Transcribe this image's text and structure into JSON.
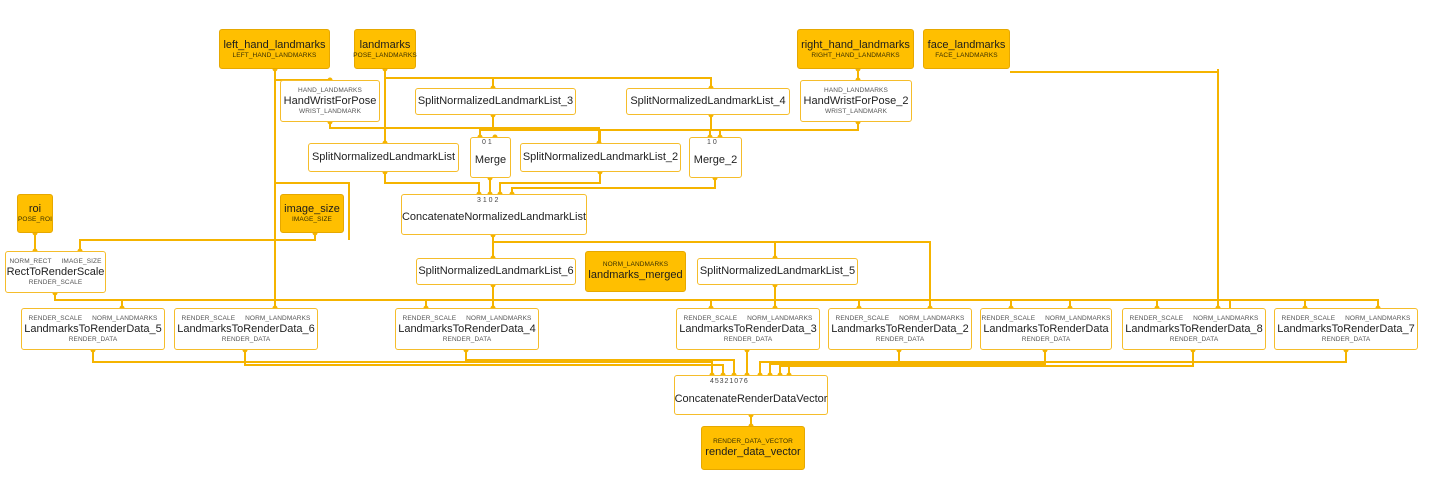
{
  "graph": {
    "accent_color": "#f5b400",
    "stream_fill": "#ffbf00",
    "nodes": {
      "left_hand_landmarks": {
        "title": "left_hand_landmarks",
        "out": "LEFT_HAND_LANDMARKS"
      },
      "landmarks": {
        "title": "landmarks",
        "out": "POSE_LANDMARKS"
      },
      "right_hand_landmarks": {
        "title": "right_hand_landmarks",
        "out": "RIGHT_HAND_LANDMARKS"
      },
      "face_landmarks": {
        "title": "face_landmarks",
        "out": "FACE_LANDMARKS"
      },
      "hand_wrist_for_pose": {
        "in": "HAND_LANDMARKS",
        "title": "HandWristForPose",
        "out": "WRIST_LANDMARK"
      },
      "hand_wrist_for_pose_2": {
        "in": "HAND_LANDMARKS",
        "title": "HandWristForPose_2",
        "out": "WRIST_LANDMARK"
      },
      "split_3": {
        "title": "SplitNormalizedLandmarkList_3"
      },
      "split_4": {
        "title": "SplitNormalizedLandmarkList_4"
      },
      "split": {
        "title": "SplitNormalizedLandmarkList"
      },
      "merge": {
        "ports": "0  1",
        "title": "Merge"
      },
      "split_2": {
        "title": "SplitNormalizedLandmarkList_2"
      },
      "merge_2": {
        "ports": "1  0",
        "title": "Merge_2"
      },
      "roi": {
        "title": "roi",
        "out": "POSE_ROI"
      },
      "image_size": {
        "title": "image_size",
        "out": "IMAGE_SIZE"
      },
      "concat_landmarks": {
        "ports": "3  1  0  2",
        "title": "ConcatenateNormalizedLandmarkList"
      },
      "rect_to_render_scale": {
        "in1": "NORM_RECT",
        "in2": "IMAGE_SIZE",
        "title": "RectToRenderScale",
        "out": "RENDER_SCALE"
      },
      "split_6": {
        "title": "SplitNormalizedLandmarkList_6"
      },
      "landmarks_merged": {
        "in": "NORM_LANDMARKS",
        "title": "landmarks_merged"
      },
      "split_5": {
        "title": "SplitNormalizedLandmarkList_5"
      },
      "ltrd_5": {
        "in1": "RENDER_SCALE",
        "in2": "NORM_LANDMARKS",
        "title": "LandmarksToRenderData_5",
        "out": "RENDER_DATA"
      },
      "ltrd_6": {
        "in1": "RENDER_SCALE",
        "in2": "NORM_LANDMARKS",
        "title": "LandmarksToRenderData_6",
        "out": "RENDER_DATA"
      },
      "ltrd_4": {
        "in1": "RENDER_SCALE",
        "in2": "NORM_LANDMARKS",
        "title": "LandmarksToRenderData_4",
        "out": "RENDER_DATA"
      },
      "ltrd_3": {
        "in1": "RENDER_SCALE",
        "in2": "NORM_LANDMARKS",
        "title": "LandmarksToRenderData_3",
        "out": "RENDER_DATA"
      },
      "ltrd_2": {
        "in1": "RENDER_SCALE",
        "in2": "NORM_LANDMARKS",
        "title": "LandmarksToRenderData_2",
        "out": "RENDER_DATA"
      },
      "ltrd": {
        "in1": "RENDER_SCALE",
        "in2": "NORM_LANDMARKS",
        "title": "LandmarksToRenderData",
        "out": "RENDER_DATA"
      },
      "ltrd_8": {
        "in1": "RENDER_SCALE",
        "in2": "NORM_LANDMARKS",
        "title": "LandmarksToRenderData_8",
        "out": "RENDER_DATA"
      },
      "ltrd_7": {
        "in1": "RENDER_SCALE",
        "in2": "NORM_LANDMARKS",
        "title": "LandmarksToRenderData_7",
        "out": "RENDER_DATA"
      },
      "concat_render": {
        "ports": "4  5  3  2  1  0  7  6",
        "title": "ConcatenateRenderDataVector"
      },
      "render_data_vector": {
        "in": "RENDER_DATA_VECTOR",
        "title": "render_data_vector"
      }
    }
  }
}
